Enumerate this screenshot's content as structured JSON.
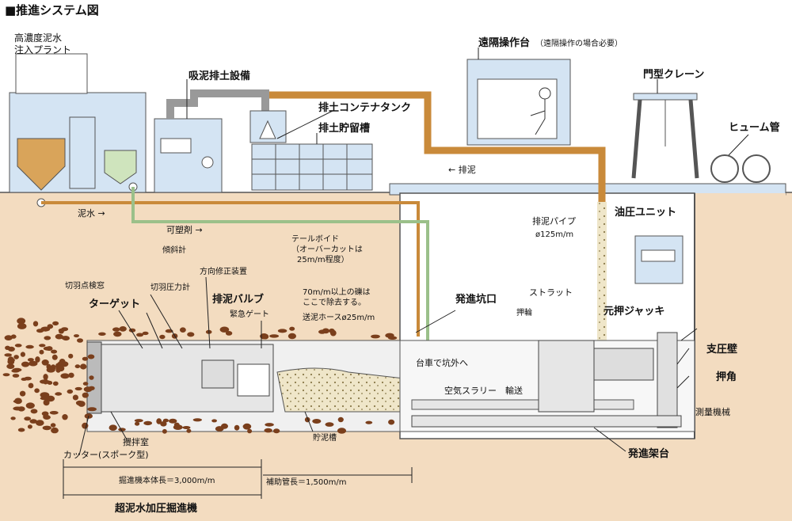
{
  "title": "■推進システム図",
  "labels": {
    "plant": [
      "高濃度泥水",
      "注入プラント"
    ],
    "suction": "吸泥排土設備",
    "container_tank": "排土コンテナタンク",
    "storage_tank": "排土貯留槽",
    "remote_console": "遠隔操作台",
    "remote_note": "（遠隔操作の場合必要）",
    "gantry_crane": "門型クレーン",
    "hume_pipe": "ヒューム管",
    "discharge": "← 排泥",
    "slurry": "泥水 →",
    "plasticizer": "可塑剤 →",
    "discharge_pipe": [
      "排泥パイプ",
      "ø125m/m"
    ],
    "hydraulic_unit": "油圧ユニット",
    "tail_void": [
      "テールボイド",
      "（オーバーカットは",
      "25m/m程度）"
    ],
    "gravel_note": [
      "70m/m以上の礫は",
      "ここで除去する。"
    ],
    "slurry_hose": "送泥ホースø25m/m",
    "launch_shaft": "発進坑口",
    "strut": "ストラット",
    "push_ring": "押輪",
    "main_jack": "元押ジャッキ",
    "support_wall": "支圧壁",
    "push_block": "押角",
    "survey": "測量機械",
    "launch_frame": "発進架台",
    "cart": "台車で坑外へ",
    "air_slurry": "空気スラリー　輸送",
    "inspection_window": "切羽点検窓",
    "target": "ターゲット",
    "inclinometer": "傾斜計",
    "face_pressure": "切羽圧力計",
    "direction": "方向修正装置",
    "mud_valve": "排泥バルブ",
    "emergency_gate": "緊急ゲート",
    "mixing_room": "攪拌室",
    "cutter": "カッター(スポーク型)",
    "mud_tank": "貯泥槽",
    "machine_length": "掘進機本体長＝3,000m/m",
    "pipe_length": "補助管長＝1,500m/m",
    "machine_name": "超泥水加圧掘進機"
  },
  "colors": {
    "ground": "#f3dcc0",
    "building": "#d4e4f3",
    "pipe_brown": "#c98a3a",
    "rock": "#7a3f1c",
    "slurry_green": "#cfe4bd",
    "concrete": "#e6e6e6"
  }
}
